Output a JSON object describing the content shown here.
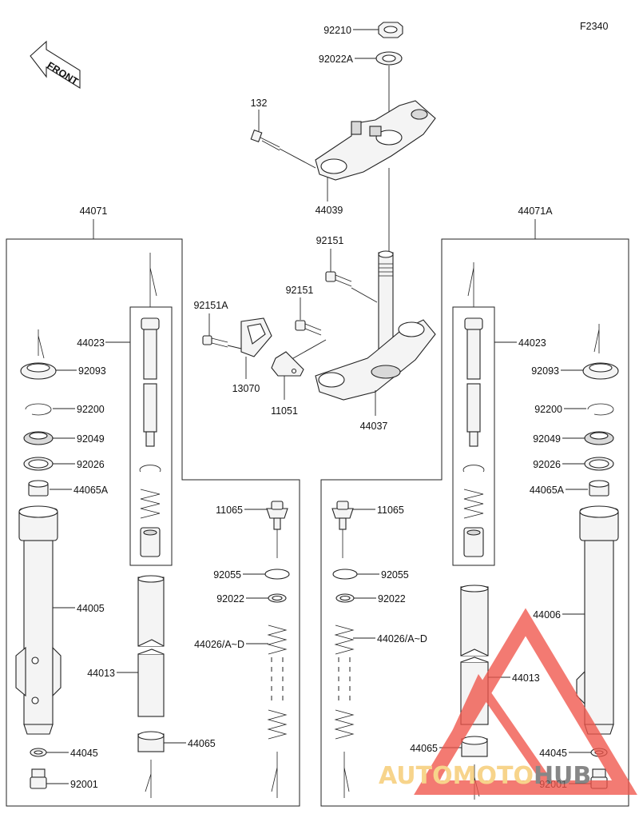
{
  "figure_code": "F2340",
  "front_label": "FRONT",
  "watermark": {
    "brand_part1": "AUTOMOTO",
    "brand_part2": "HUB",
    "color_primary": "#f0564b",
    "color_accent": "#f6c86b",
    "color_dark": "#666666"
  },
  "assemblies": {
    "left": "44071",
    "right": "44071A"
  },
  "labels": {
    "nut_top": "92210",
    "washer_top": "92022A",
    "bolt_132": "132",
    "upper_bracket": "44039",
    "bolt_92151_a": "92151",
    "bolt_92151_b": "92151",
    "bolt_92151A": "92151A",
    "clamp_13070": "13070",
    "bracket_11051": "11051",
    "stem_44037": "44037",
    "l_44023": "44023",
    "l_92093": "92093",
    "l_92200": "92200",
    "l_92049": "92049",
    "l_92026": "92026",
    "l_44065A": "44065A",
    "l_44005": "44005",
    "l_44013": "44013",
    "l_44045": "44045",
    "l_92001": "92001",
    "l_44065": "44065",
    "l_11065": "11065",
    "l_92055": "92055",
    "l_92022": "92022",
    "l_44026": "44026/A~D",
    "r_11065": "11065",
    "r_92055": "92055",
    "r_92022": "92022",
    "r_44026": "44026/A~D",
    "r_44013": "44013",
    "r_44065": "44065",
    "r_44023": "44023",
    "r_92093": "92093",
    "r_92200": "92200",
    "r_92049": "92049",
    "r_92026": "92026",
    "r_44065A": "44065A",
    "r_44006": "44006",
    "r_44045": "44045",
    "r_92001": "92001"
  }
}
